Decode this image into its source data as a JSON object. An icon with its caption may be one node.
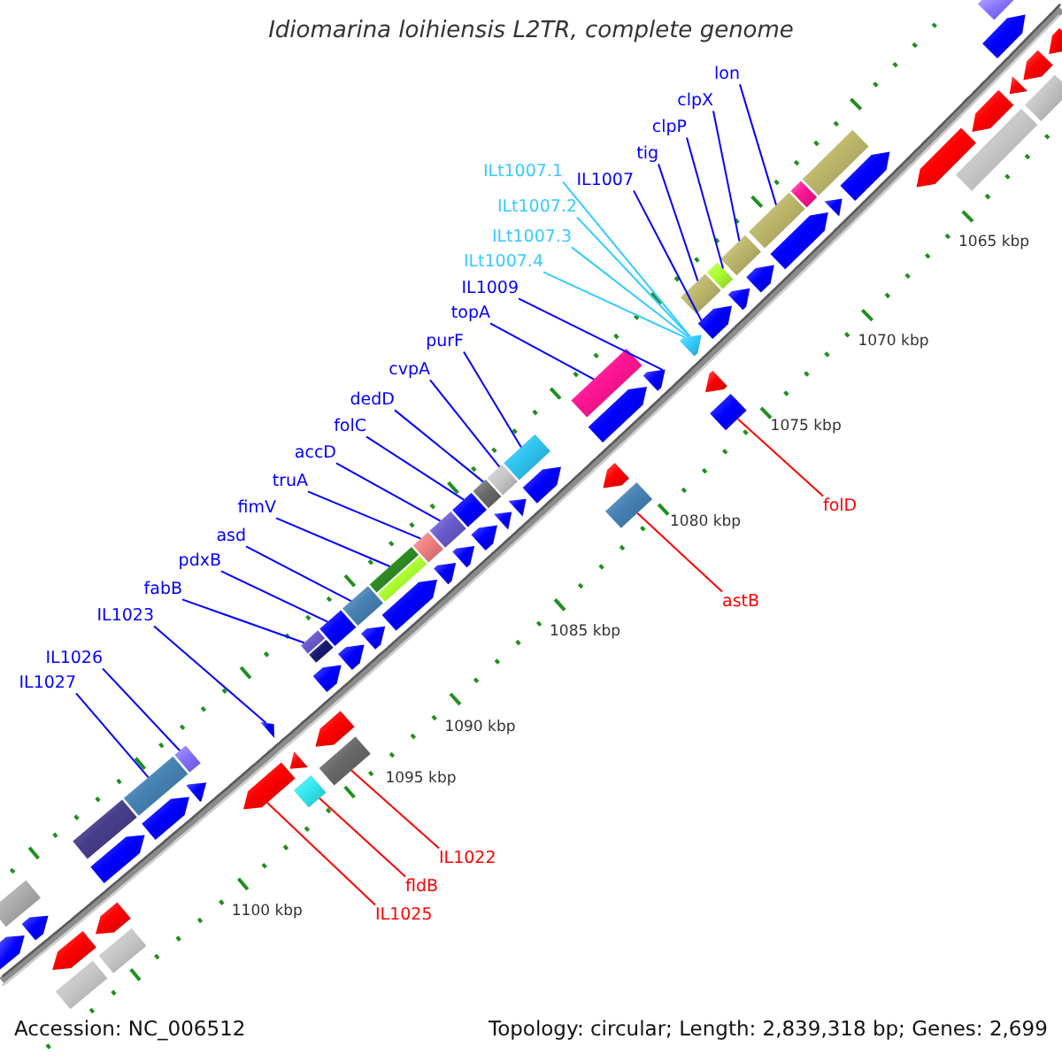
{
  "diagram": {
    "title": "Idiomarina loihiensis L2TR, complete genome",
    "nodes": [
      {
        "text": [
          "lon"
        ]
      },
      {
        "text": [
          "clpX"
        ]
      },
      {
        "text": [
          "clpP"
        ]
      },
      {
        "text": [
          "tig"
        ]
      },
      {
        "text": [
          "ILt1007.1"
        ]
      },
      {
        "text": [
          "IL1007"
        ]
      },
      {
        "text": [
          "ILt1007.2"
        ]
      },
      {
        "text": [
          "ILt1007.3"
        ]
      },
      {
        "text": [
          "ILt1007.4"
        ]
      },
      {
        "text": [
          "IL1009"
        ]
      },
      {
        "text": [
          "topA"
        ]
      },
      {
        "text": [
          "purF"
        ]
      },
      {
        "text": [
          "cvpA"
        ]
      },
      {
        "text": [
          "dedD"
        ]
      },
      {
        "text": [
          "folC"
        ]
      },
      {
        "text": [
          "accD"
        ]
      },
      {
        "text": [
          "truA"
        ]
      },
      {
        "text": [
          "fimV"
        ]
      },
      {
        "text": [
          "asd"
        ]
      },
      {
        "text": [
          "pdxB"
        ]
      },
      {
        "text": [
          "fabB"
        ]
      },
      {
        "text": [
          "IL1023"
        ]
      },
      {
        "text": [
          "IL1026"
        ]
      },
      {
        "text": [
          "IL1027"
        ]
      },
      {
        "text": [
          "folD"
        ]
      },
      {
        "text": [
          "astB"
        ]
      },
      {
        "text": [
          "IL1022"
        ]
      },
      {
        "text": [
          "fldB"
        ]
      },
      {
        "text": [
          "IL1025"
        ]
      },
      {
        "text": [],
        "shape": "bar"
      },
      {
        "text": [],
        "shape": "pentagon"
      },
      {
        "text": [],
        "shape": "pentagon"
      },
      {
        "text": [],
        "shape": "pentagon"
      },
      {
        "text": [],
        "shape": "triangle"
      },
      {
        "text": [],
        "shape": "bar"
      },
      {
        "text": [],
        "shape": "pentagon"
      },
      {
        "text": [],
        "shape": "bar"
      },
      {
        "text": [],
        "shape": "bar"
      },
      {
        "text": [],
        "shape": "pentagon"
      },
      {
        "text": [],
        "shape": "pentagon"
      },
      {
        "text": [],
        "shape": "bar"
      },
      {
        "text": [],
        "shape": "triangle"
      },
      {
        "text": [],
        "shape": "bar"
      },
      {
        "text": [],
        "shape": "pentagon"
      },
      {
        "text": [],
        "shape": "bar"
      },
      {
        "text": [],
        "shape": "bar"
      },
      {
        "text": [],
        "shape": "pentagon"
      },
      {
        "text": [],
        "shape": "bar"
      },
      {
        "text": [],
        "shape": "pentagon"
      },
      {
        "text": [],
        "shape": "pentagon"
      },
      {
        "text": [],
        "shape": "pentagon"
      },
      {
        "text": [],
        "shape": "pentagon"
      },
      {
        "text": [],
        "shape": "bar"
      },
      {
        "text": [],
        "shape": "pentagon"
      },
      {
        "text": [],
        "shape": "pentagon"
      },
      {
        "text": [],
        "shape": "bar"
      },
      {
        "text": [],
        "shape": "bar"
      },
      {
        "text": [],
        "shape": "bar"
      },
      {
        "text": [],
        "shape": "pentagon"
      },
      {
        "text": [],
        "shape": "pentagon"
      },
      {
        "text": [],
        "shape": "bar"
      },
      {
        "text": [],
        "shape": "triangle"
      },
      {
        "text": [],
        "shape": "bar"
      },
      {
        "text": [],
        "shape": "bar"
      },
      {
        "text": [],
        "shape": "triangle"
      },
      {
        "text": [],
        "shape": "bar"
      },
      {
        "text": [],
        "shape": "pentagon"
      },
      {
        "text": [],
        "shape": "bar"
      },
      {
        "text": [],
        "shape": "pentagon"
      },
      {
        "text": [],
        "shape": "pentagon"
      },
      {
        "text": [],
        "shape": "bar"
      },
      {
        "text": [],
        "shape": "bar"
      },
      {
        "text": [],
        "shape": "pentagon"
      },
      {
        "text": [],
        "shape": "bar"
      },
      {
        "text": [],
        "shape": "bar"
      },
      {
        "text": [],
        "shape": "pentagon"
      },
      {
        "text": [],
        "shape": "bar"
      },
      {
        "text": [],
        "shape": "bar"
      },
      {
        "text": [],
        "shape": "pentagon"
      },
      {
        "text": [],
        "shape": "pentagon"
      },
      {
        "text": [],
        "shape": "triangle"
      },
      {
        "text": [],
        "shape": "pentagon"
      },
      {
        "text": [],
        "shape": "bar"
      },
      {
        "text": [],
        "shape": "bar"
      },
      {
        "text": [],
        "shape": "triangle"
      },
      {
        "text": [],
        "shape": "bar"
      },
      {
        "text": [],
        "shape": "pentagon"
      },
      {
        "text": [],
        "shape": "pentagon"
      },
      {
        "text": [],
        "shape": "bar"
      },
      {
        "text": [],
        "shape": "pentagon"
      },
      {
        "text": [],
        "shape": "bar"
      },
      {
        "text": [],
        "shape": "pentagon"
      },
      {
        "text": [],
        "shape": "bar"
      },
      {
        "text": [],
        "shape": "pentagon"
      },
      {
        "text": [],
        "shape": "pentagon"
      },
      {
        "text": [],
        "shape": "bar"
      },
      {
        "text": [],
        "shape": "pentagon"
      },
      {
        "text": [],
        "shape": "pentagon"
      },
      {
        "text": [],
        "shape": "bar"
      }
    ],
    "edges": [
      {
        "from": 0,
        "to": 42,
        "arrow": "none"
      },
      {
        "from": 1,
        "to": 44,
        "arrow": "none"
      },
      {
        "from": 2,
        "to": 45,
        "arrow": "none"
      },
      {
        "from": 3,
        "to": 47,
        "arrow": "none"
      },
      {
        "from": 4,
        "to": 50,
        "arrow": "none",
        "color": "#33ccff"
      },
      {
        "from": 5,
        "to": 49,
        "arrow": "none"
      },
      {
        "from": 6,
        "to": 50,
        "arrow": "none",
        "color": "#33ccff"
      },
      {
        "from": 7,
        "to": 50,
        "arrow": "none",
        "color": "#33ccff"
      },
      {
        "from": 8,
        "to": 50,
        "arrow": "none",
        "color": "#33ccff"
      },
      {
        "from": 9,
        "to": 51,
        "arrow": "none"
      },
      {
        "from": 10,
        "to": 52,
        "arrow": "none"
      },
      {
        "from": 11,
        "to": 56,
        "arrow": "none"
      },
      {
        "from": 12,
        "to": 57,
        "arrow": "none"
      },
      {
        "from": 13,
        "to": 60,
        "arrow": "none"
      },
      {
        "from": 14,
        "to": 63,
        "arrow": "none"
      },
      {
        "from": 15,
        "to": 65,
        "arrow": "none"
      },
      {
        "from": 16,
        "to": 67,
        "arrow": "none"
      },
      {
        "from": 17,
        "to": 70,
        "arrow": "none"
      },
      {
        "from": 18,
        "to": 73,
        "arrow": "none"
      },
      {
        "from": 19,
        "to": 74,
        "arrow": "none"
      },
      {
        "from": 20,
        "to": 76,
        "arrow": "none"
      },
      {
        "from": 21,
        "to": 80,
        "arrow": "none"
      },
      {
        "from": 22,
        "to": 83,
        "arrow": "none"
      },
      {
        "from": 23,
        "to": 85,
        "arrow": "none"
      },
      {
        "from": 24,
        "to": 55,
        "arrow": "none",
        "color": "#ff0000"
      },
      {
        "from": 25,
        "to": 62,
        "arrow": "none",
        "color": "#ff0000"
      },
      {
        "from": 26,
        "to": 82,
        "arrow": "none",
        "color": "#ff0000"
      },
      {
        "from": 27,
        "to": 88,
        "arrow": "none",
        "color": "#ff0000"
      },
      {
        "from": 28,
        "to": 86,
        "arrow": "none",
        "color": "#ff0000"
      }
    ],
    "labels": [
      "1065 kbp",
      "1070 kbp",
      "1075 kbp",
      "1080 kbp",
      "1085 kbp",
      "1090 kbp",
      "1095 kbp",
      "1100 kbp",
      "Accession: NC_006512",
      "Topology: circular; Length: 2,839,318 bp; Genes: 2,699"
    ]
  }
}
